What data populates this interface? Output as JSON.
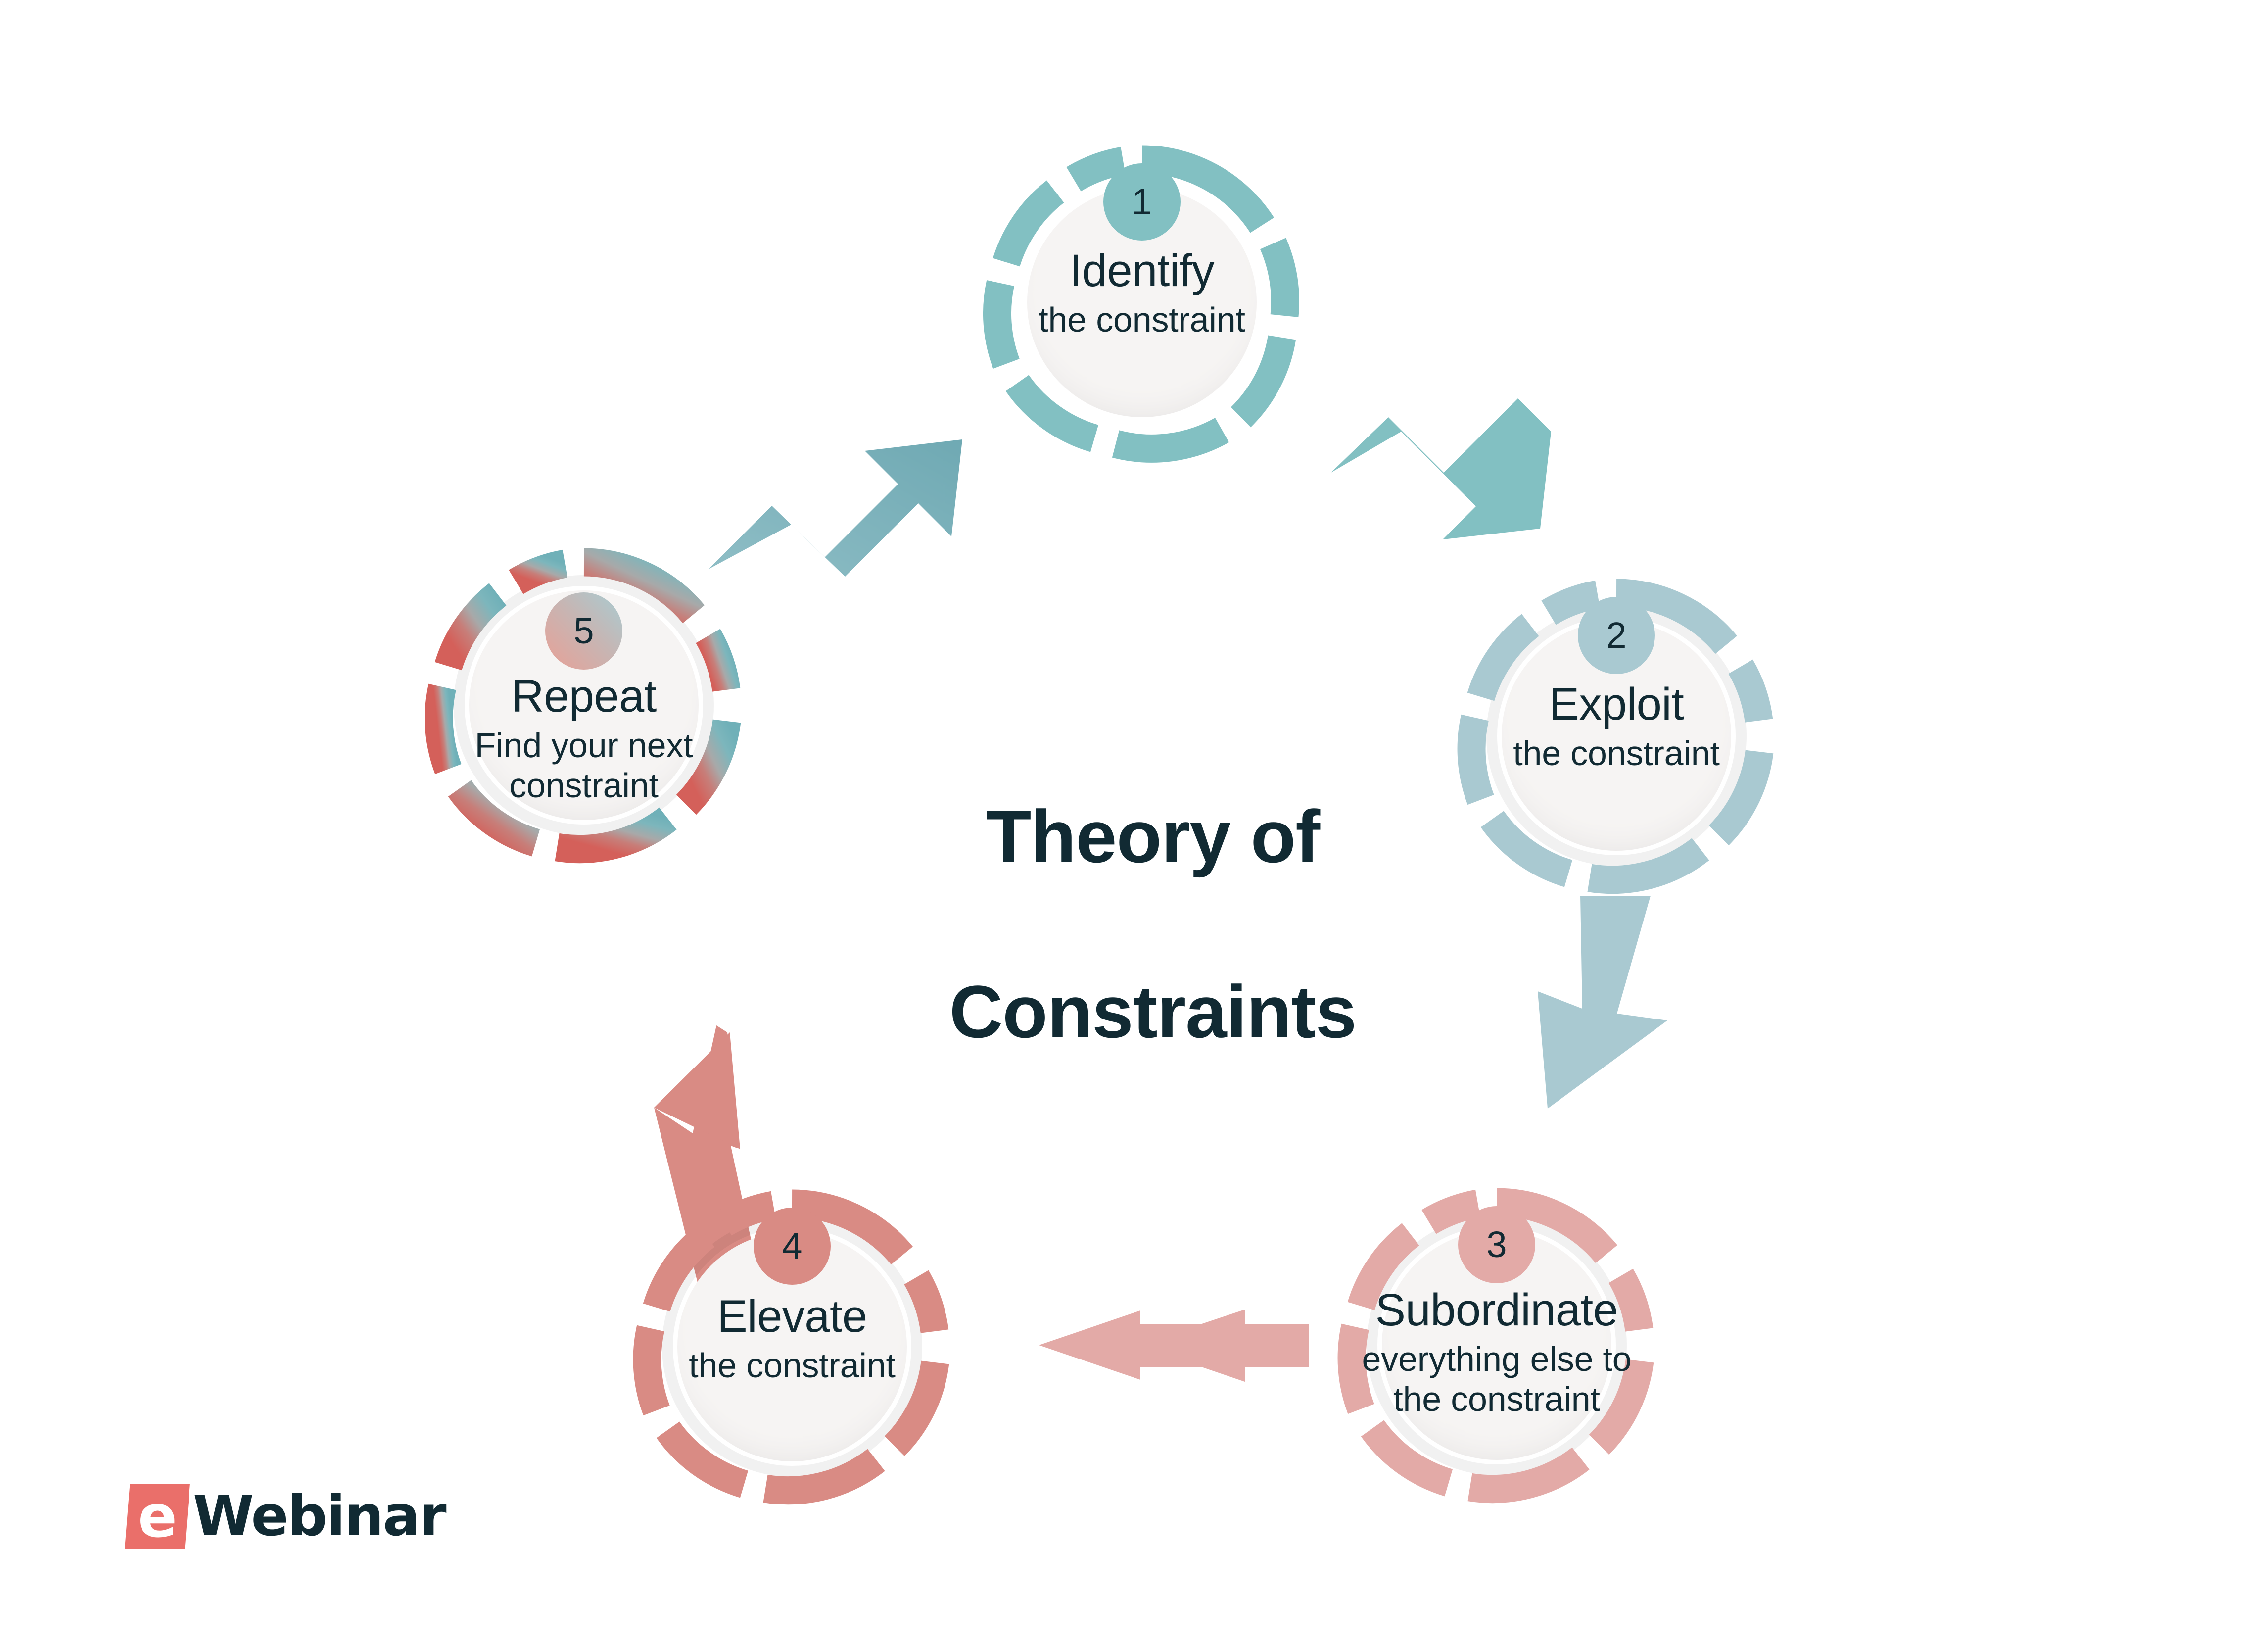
{
  "center": {
    "title_line1": "Theory of",
    "title_line2": "Constraints",
    "title": "Theory of\nConstraints"
  },
  "brand": {
    "mark_letter": "e",
    "word": "Webinar",
    "mark_color": "#ea6f6a",
    "word_color": "#112a33"
  },
  "palette": {
    "teal": "#82c0c2",
    "blue_gray": "#a9c9d1",
    "light_pink": "#e3aaa7",
    "rose": "#d98b84",
    "red": "#d4605a",
    "text_dark": "#112a33",
    "node_fill": "#f6f4f3",
    "background": "#ffffff"
  },
  "steps": [
    {
      "number": "1",
      "title": "Identify",
      "subtitle": "the constraint",
      "color": "#82c0c2",
      "badge_color": "#82c0c2"
    },
    {
      "number": "2",
      "title": "Exploit",
      "subtitle": "the constraint",
      "color": "#a9c9d1",
      "badge_color": "#a9c9d1"
    },
    {
      "number": "3",
      "title": "Subordinate",
      "subtitle": "everything else to\nthe constraint",
      "subtitle_line1": "everything else to",
      "subtitle_line2": "the constraint",
      "color": "#e3aaa7",
      "badge_color": "#e3aaa7"
    },
    {
      "number": "4",
      "title": "Elevate",
      "subtitle": "the constraint",
      "color": "#d98b84",
      "badge_color": "#d98b84"
    },
    {
      "number": "5",
      "title": "Repeat",
      "subtitle": "Find your next\nconstraint",
      "subtitle_line1": "Find your next",
      "subtitle_line2": "constraint",
      "color": "gradient-teal-to-red",
      "badge_color": "gradient-teal-to-red"
    }
  ],
  "arrows": [
    {
      "name": "arrow-1-to-2",
      "from": "1",
      "to": "2",
      "color": "#82c0c2",
      "direction": "down-right"
    },
    {
      "name": "arrow-2-to-3",
      "from": "2",
      "to": "3",
      "color": "#a9c9d1",
      "direction": "down"
    },
    {
      "name": "arrow-3-to-4",
      "from": "3",
      "to": "4",
      "color": "#e3aaa7",
      "direction": "left"
    },
    {
      "name": "arrow-4-to-5",
      "from": "4",
      "to": "5",
      "color": "#d98b84",
      "direction": "up"
    },
    {
      "name": "arrow-5-to-1",
      "from": "5",
      "to": "1",
      "color": "#6fa9b3",
      "direction": "up-right"
    }
  ]
}
